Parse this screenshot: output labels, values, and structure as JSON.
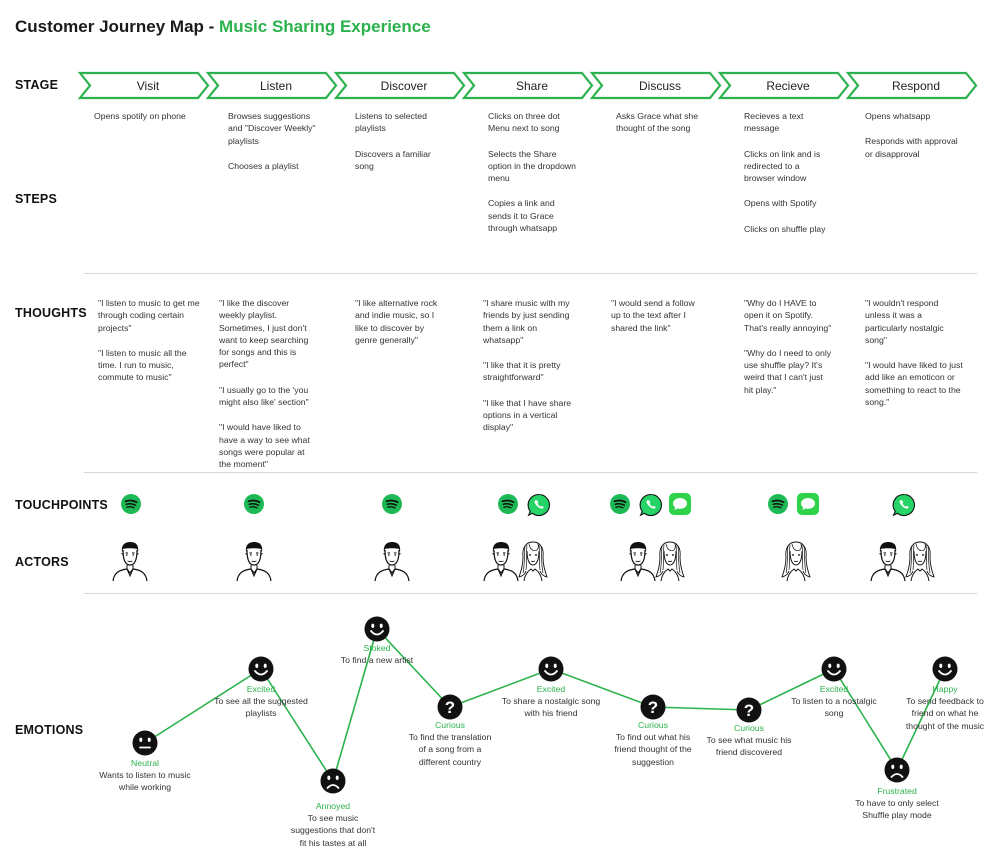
{
  "title": {
    "prefix": "Customer Journey Map - ",
    "highlight": "Music Sharing Experience"
  },
  "row_labels": {
    "stage": "STAGE",
    "steps": "STEPS",
    "thoughts": "THOUGHTS",
    "touchpoints": "TOUCHPOINTS",
    "actors": "ACTORS",
    "emotions": "EMOTIONS"
  },
  "colors": {
    "accent": "#2bb24c",
    "spotify": "#1db954",
    "whatsapp": "#25d366",
    "messages": "#2fd34a"
  },
  "stages": [
    "Visit",
    "Listen",
    "Discover",
    "Share",
    "Discuss",
    "Recieve",
    "Respond"
  ],
  "steps": [
    [
      "Opens spotify on phone"
    ],
    [
      "Browses suggestions and \"Discover Weekly\" playlists",
      "Chooses a playlist"
    ],
    [
      "Listens to selected playlists",
      "Discovers a familiar song"
    ],
    [
      "Clicks on three dot Menu next to song",
      "Selects the Share option in the dropdown menu",
      "Copies a link and sends it to Grace through whatsapp"
    ],
    [
      "Asks Grace what she thought of the song"
    ],
    [
      "Recieves a text message",
      "Clicks on link and is redirected to a browser window",
      "Opens with Spotify",
      "Clicks on shuffle play"
    ],
    [
      "Opens whatsapp",
      "Responds with approval or disapproval"
    ]
  ],
  "thoughts": [
    [
      "\"I  listen to music to get me through coding certain projects\"",
      "\"I  listen to music all the time. I run to music, commute to music\""
    ],
    [
      "\"I like the discover weekly playlist. Sometimes, I just don't want to keep searching for songs and this is perfect\"",
      "\"I usually go to the 'you might also like' section\"",
      "\"I would have liked to have a way to see what songs were popular at the moment\""
    ],
    [
      "\"I like alternative rock and indie music, so I like to discover by genre generally\""
    ],
    [
      "\"I share music with my friends by just sending them a link on whatsapp\"",
      "\"I like that it is pretty straightforward\"",
      "\"I like that I have share options in a vertical display\""
    ],
    [
      "\"I would send a follow up to the text after I shared the link\""
    ],
    [
      "\"Why do I HAVE to open it on Spotify. That's really annoying\"",
      "\"Why do I need to only use shuffle play? It's weird that I can't just hit play.\""
    ],
    [
      "\"I wouldn't respond unless it was a particularly nostalgic song\"",
      "\"I would have liked to just add like an emoticon or something to react to the song.\""
    ]
  ],
  "touchpoints": [
    [
      "spotify-icon"
    ],
    [
      "spotify-icon"
    ],
    [
      "spotify-icon"
    ],
    [
      "spotify-icon",
      "whatsapp-icon"
    ],
    [
      "spotify-icon",
      "whatsapp-icon",
      "messages-icon"
    ],
    [
      "spotify-icon",
      "messages-icon"
    ],
    [
      "whatsapp-icon"
    ]
  ],
  "actors": [
    [
      "man-avatar"
    ],
    [
      "man-avatar"
    ],
    [
      "man-avatar"
    ],
    [
      "man-avatar",
      "woman-avatar"
    ],
    [
      "man-avatar",
      "woman-avatar"
    ],
    [
      "woman-avatar"
    ],
    [
      "man-avatar",
      "woman-avatar"
    ]
  ],
  "emotions": [
    {
      "face": "neutral-face-icon",
      "name": "Neutral",
      "desc": "Wants to listen to music while working"
    },
    {
      "face": "happy-face-icon",
      "name": "Excited",
      "desc": "To see all the suggested playlists"
    },
    {
      "face": "sad-face-icon",
      "name": "Annoyed",
      "desc": "To see music suggestions that don't fit his tastes at all"
    },
    {
      "face": "happy-face-icon",
      "name": "Stoked",
      "desc": "To find a new artist"
    },
    {
      "face": "question-face-icon",
      "name": "Curious",
      "desc": "To find the translation of a song from a different country"
    },
    {
      "face": "happy-face-icon",
      "name": "Excited",
      "desc": "To share a nostalgic song with his friend"
    },
    {
      "face": "question-face-icon",
      "name": "Curious",
      "desc": "To find out what his friend thought of the suggestion"
    },
    {
      "face": "question-face-icon",
      "name": "Curious",
      "desc": "To see what music his friend discovered"
    },
    {
      "face": "happy-face-icon",
      "name": "Excited",
      "desc": "To listen to a nostalgic song"
    },
    {
      "face": "sad-face-icon",
      "name": "Frustrated",
      "desc": "To have to only select Shuffle play mode"
    },
    {
      "face": "happy-face-icon",
      "name": "Happy",
      "desc": "To send feedback to friend on what he thought of the music"
    }
  ]
}
